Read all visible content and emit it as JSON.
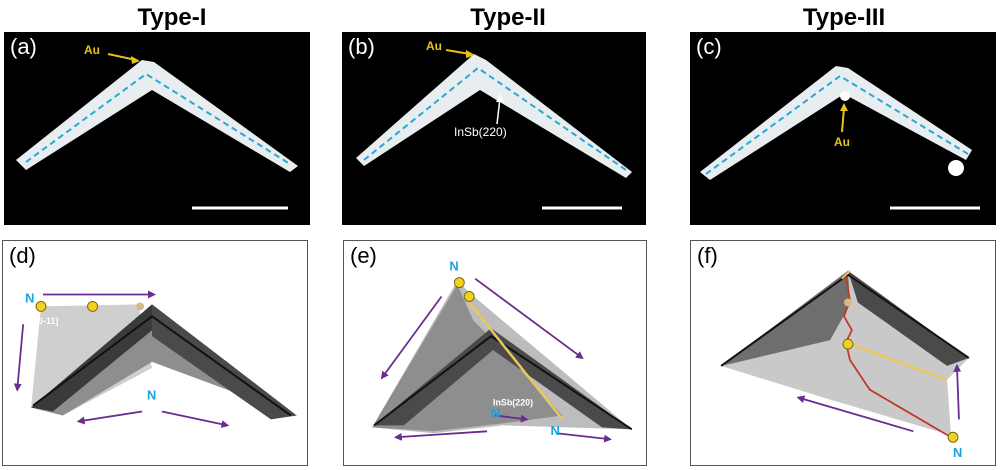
{
  "column_titles": [
    "Type-I",
    "Type-II",
    "Type-III"
  ],
  "panel_labels": [
    "(a)",
    "(b)",
    "(c)",
    "(d)",
    "(e)",
    "(f)"
  ],
  "annotations": {
    "au": "Au",
    "insb_220": "InSb(220)",
    "n_label": "N",
    "direction": "[0-11]"
  },
  "colors": {
    "micro_background": "#000000",
    "nanowire": "#e8eef0",
    "dashed_axis": "#2aa6d8",
    "au_marker": "#e8c21c",
    "arrow_purple": "#6a2c91",
    "n_label": "#1aa3e0",
    "red_path": "#c0392b",
    "scale_bar": "#ffffff"
  }
}
